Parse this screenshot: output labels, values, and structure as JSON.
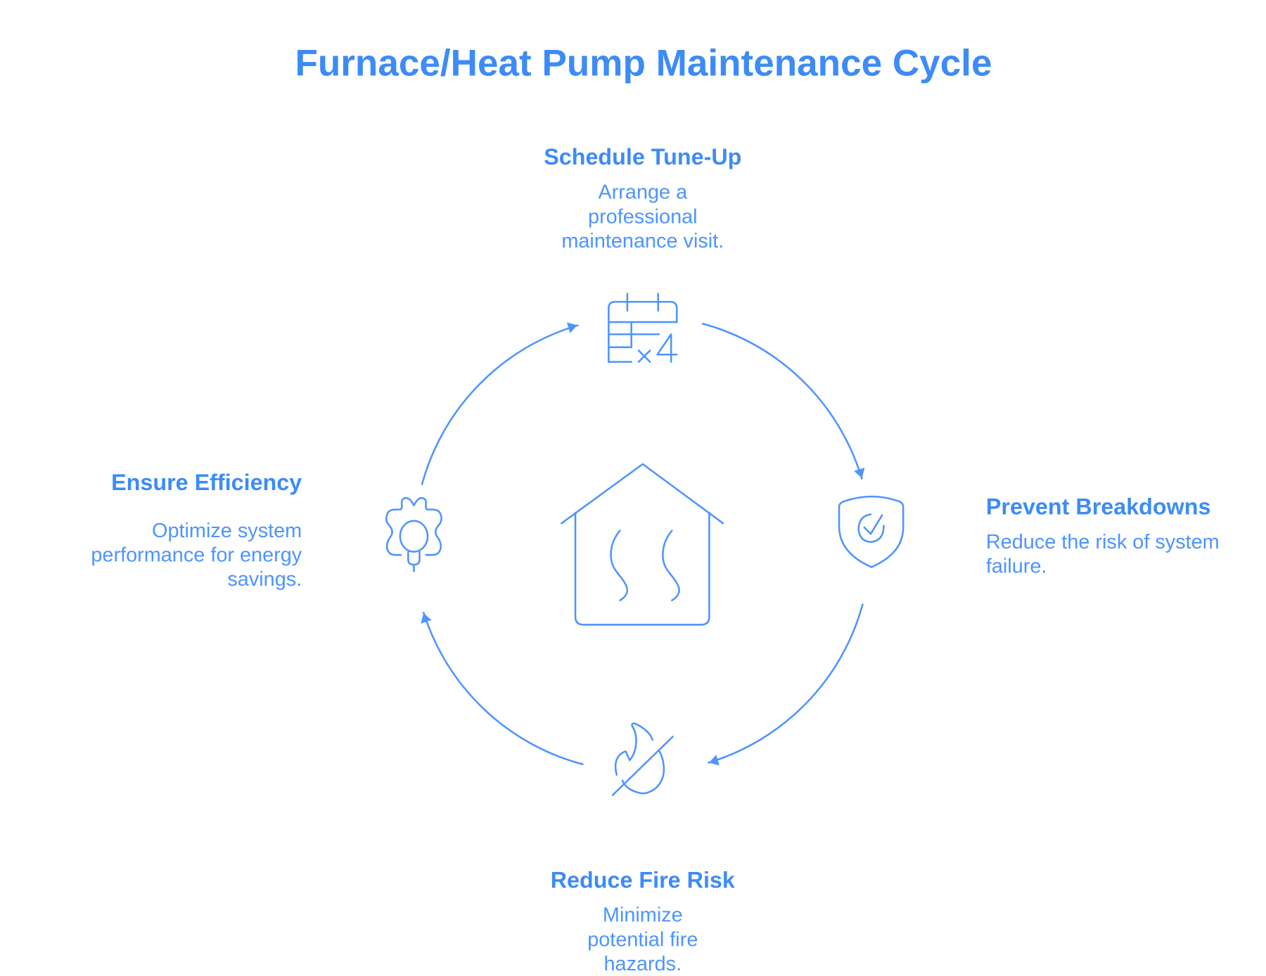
{
  "title": "Furnace/Heat Pump Maintenance Cycle",
  "accent_color": "#4d94ff",
  "center_icon": "house-heat-icon",
  "steps": [
    {
      "title": "Schedule Tune-Up",
      "description": "Arrange a professional maintenance visit.",
      "icon": "calendar-x4-icon",
      "icon_text": "×4"
    },
    {
      "title": "Prevent Breakdowns",
      "description": "Reduce the risk of system failure.",
      "icon": "shield-check-icon"
    },
    {
      "title": "Reduce Fire Risk",
      "description": "Minimize potential fire hazards.",
      "icon": "no-fire-icon"
    },
    {
      "title": "Ensure Efficiency",
      "description": "Optimize system performance for energy savings.",
      "icon": "gear-bulb-icon"
    }
  ]
}
